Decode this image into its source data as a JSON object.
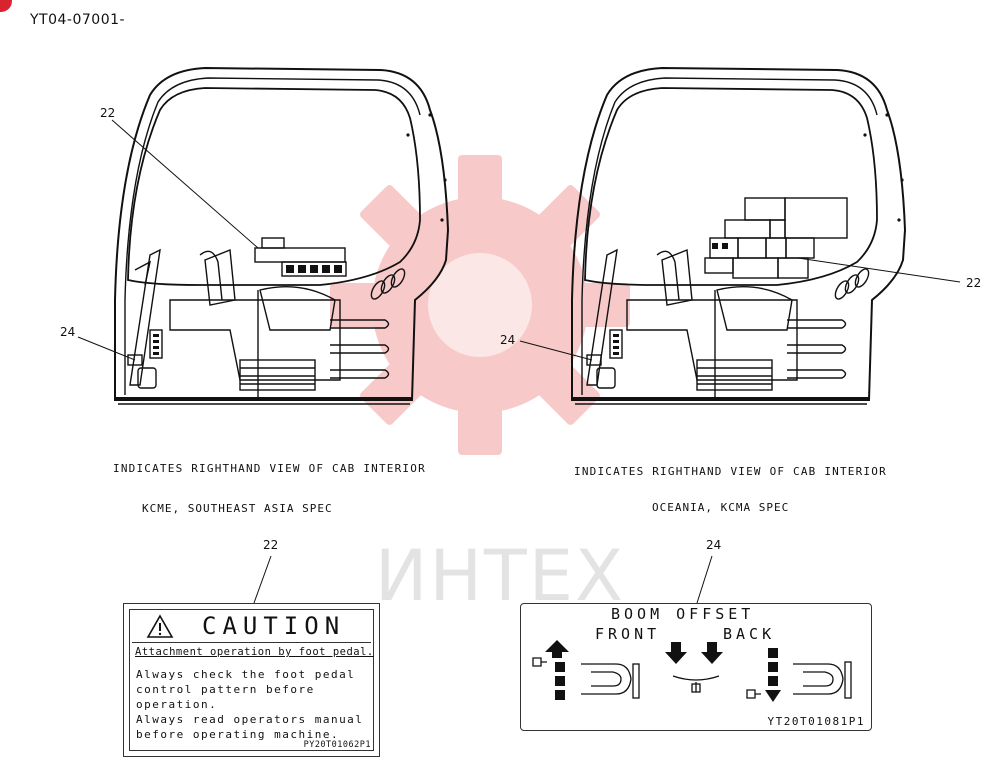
{
  "doc_code": "YT04-07001-",
  "watermark_text": "ИНТЕХ",
  "left_view": {
    "callout_top": "22",
    "callout_side": "24",
    "caption": "INDICATES RIGHTHAND VIEW OF CAB INTERIOR",
    "spec": "KCME, SOUTHEAST ASIA SPEC"
  },
  "right_view": {
    "callout_right": "22",
    "callout_side": "24",
    "caption": "INDICATES RIGHTHAND VIEW OF CAB INTERIOR",
    "spec": "OCEANIA, KCMA SPEC"
  },
  "caution_label": {
    "callout": "22",
    "title": "CAUTION",
    "subtitle": "Attachment operation by foot pedal.",
    "lines": [
      "Always check the foot pedal",
      "control pattern before",
      "operation.",
      "Always read operators manual",
      "before operating machine."
    ],
    "part_number": "PY20T01062P1"
  },
  "boom_label": {
    "callout": "24",
    "title": "BOOM OFFSET",
    "front": "FRONT",
    "back": "BACK",
    "part_number": "YT20T01081P1"
  },
  "colors": {
    "badge": "#d9232e",
    "watermark": "#f08a8a"
  }
}
